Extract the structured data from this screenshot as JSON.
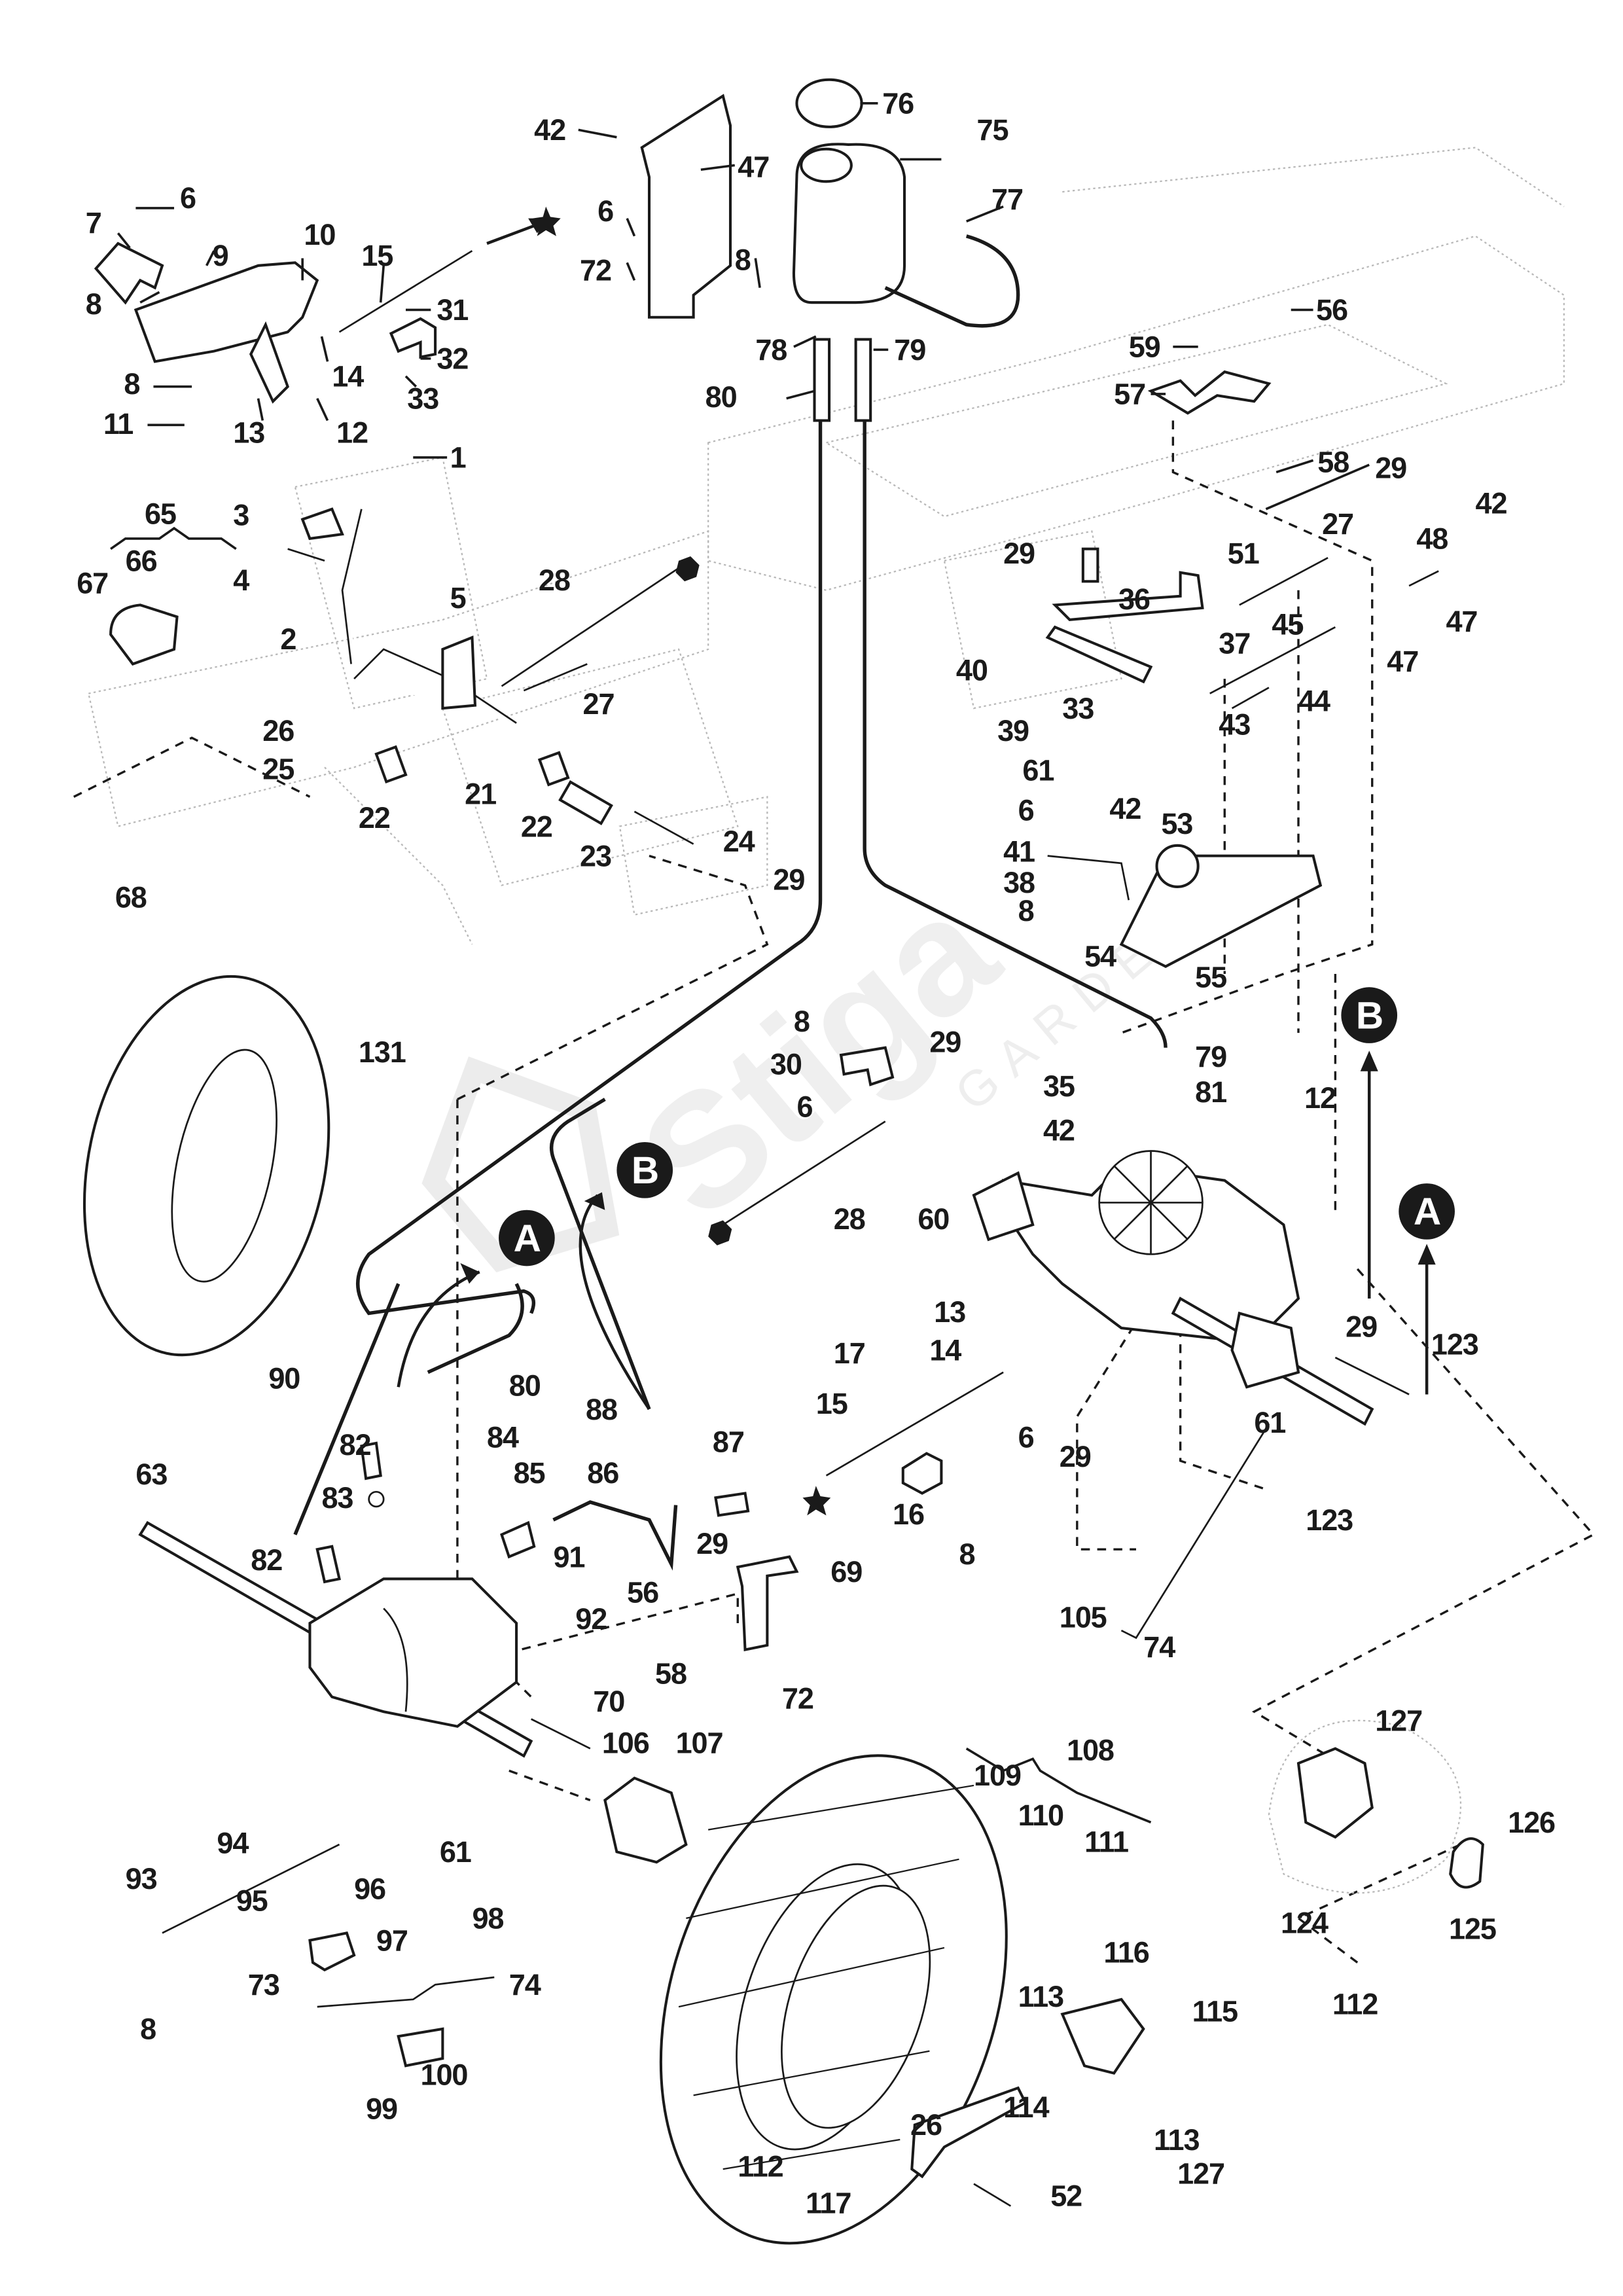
{
  "diagram": {
    "title": "Exploded parts diagram - hydrostatic transmission, pedals, hoses and rear wheel",
    "watermark": {
      "brand": "Stiga",
      "sub": "GARDEN"
    },
    "reference_markers": [
      {
        "id": "A",
        "label": "A"
      },
      {
        "id": "B",
        "label": "B"
      }
    ],
    "callouts": [
      "1",
      "2",
      "3",
      "4",
      "5",
      "6",
      "7",
      "8",
      "9",
      "10",
      "11",
      "12",
      "13",
      "14",
      "15",
      "16",
      "17",
      "21",
      "22",
      "23",
      "24",
      "25",
      "26",
      "27",
      "28",
      "29",
      "30",
      "31",
      "32",
      "33",
      "35",
      "36",
      "37",
      "38",
      "39",
      "40",
      "41",
      "42",
      "43",
      "44",
      "45",
      "47",
      "48",
      "51",
      "52",
      "53",
      "54",
      "55",
      "56",
      "57",
      "58",
      "59",
      "60",
      "61",
      "63",
      "65",
      "66",
      "67",
      "68",
      "69",
      "70",
      "72",
      "73",
      "74",
      "75",
      "76",
      "77",
      "78",
      "79",
      "80",
      "81",
      "82",
      "83",
      "84",
      "85",
      "86",
      "87",
      "88",
      "90",
      "91",
      "92",
      "93",
      "94",
      "95",
      "96",
      "97",
      "98",
      "99",
      "100",
      "105",
      "106",
      "107",
      "108",
      "109",
      "110",
      "111",
      "112",
      "113",
      "114",
      "115",
      "116",
      "117",
      "123",
      "124",
      "125",
      "126",
      "127",
      "131"
    ],
    "labels": {
      "l42a": "42",
      "l47a": "47",
      "l76": "76",
      "l75": "75",
      "l77": "77",
      "l6a": "6",
      "l7": "7",
      "l9": "9",
      "l10": "10",
      "l15a": "15",
      "l8a": "8",
      "l31": "31",
      "l32": "32",
      "l14a": "14",
      "l8b": "8",
      "l33a": "33",
      "l11": "11",
      "l13a": "13",
      "l12a": "12",
      "l6b": "6",
      "l72a": "72",
      "l8c": "8",
      "l78": "78",
      "l79a": "79",
      "l80a": "80",
      "l56a": "56",
      "l59": "59",
      "l57": "57",
      "l58a": "58",
      "l29a": "29",
      "l1": "1",
      "l65": "65",
      "l66": "66",
      "l67": "67",
      "l3": "3",
      "l4": "4",
      "l5": "5",
      "l2": "2",
      "l28a": "28",
      "l27a": "27",
      "l26a": "26",
      "l25": "25",
      "l22a": "22",
      "l21": "21",
      "l22b": "22",
      "l23": "23",
      "l24": "24",
      "l68": "68",
      "l29b": "29",
      "l29c": "29",
      "l51": "51",
      "l27b": "27",
      "l48": "48",
      "l42b": "42",
      "l47b": "47",
      "l47c": "47",
      "l36": "36",
      "l37": "37",
      "l45": "45",
      "l40": "40",
      "l33b": "33",
      "l44": "44",
      "l39": "39",
      "l43": "43",
      "l61a": "61",
      "l42c": "42",
      "l6c": "6",
      "l53": "53",
      "l41": "41",
      "l38": "38",
      "l8d": "8",
      "l54": "54",
      "l55": "55",
      "l131": "131",
      "l8e": "8",
      "l29d": "29",
      "l30": "30",
      "l6d": "6",
      "l35": "35",
      "l79b": "79",
      "l81": "81",
      "l42d": "42",
      "l12b": "12",
      "l28b": "28",
      "l60": "60",
      "l29e": "29",
      "l123a": "123",
      "l13b": "13",
      "l14b": "14",
      "l17": "17",
      "l15b": "15",
      "l6e": "6",
      "l16": "16",
      "l8f": "8",
      "l61b": "61",
      "l29f": "29",
      "l123b": "123",
      "l90": "90",
      "l80b": "80",
      "l88": "88",
      "l82a": "82",
      "l84": "84",
      "l87": "87",
      "l83": "83",
      "l85": "85",
      "l86": "86",
      "l63": "63",
      "l82b": "82",
      "l91": "91",
      "l56b": "56",
      "l29g": "29",
      "l69": "69",
      "l92": "92",
      "l58b": "58",
      "l72b": "72",
      "l70": "70",
      "l106": "106",
      "l105": "105",
      "l74a": "74",
      "l107": "107",
      "l61c": "61",
      "l109": "109",
      "l108": "108",
      "l110": "110",
      "l111": "111",
      "l127a": "127",
      "l126": "126",
      "l124": "124",
      "l125": "125",
      "l112a": "112",
      "l94": "94",
      "l93": "93",
      "l95": "95",
      "l96": "96",
      "l97": "97",
      "l73": "73",
      "l98": "98",
      "l74b": "74",
      "l8g": "8",
      "l99": "99",
      "l100": "100",
      "l116": "116",
      "l113a": "113",
      "l115": "115",
      "l114": "114",
      "l26b": "26",
      "l113b": "113",
      "l127b": "127",
      "l112b": "112",
      "l117": "117",
      "l52": "52"
    }
  }
}
